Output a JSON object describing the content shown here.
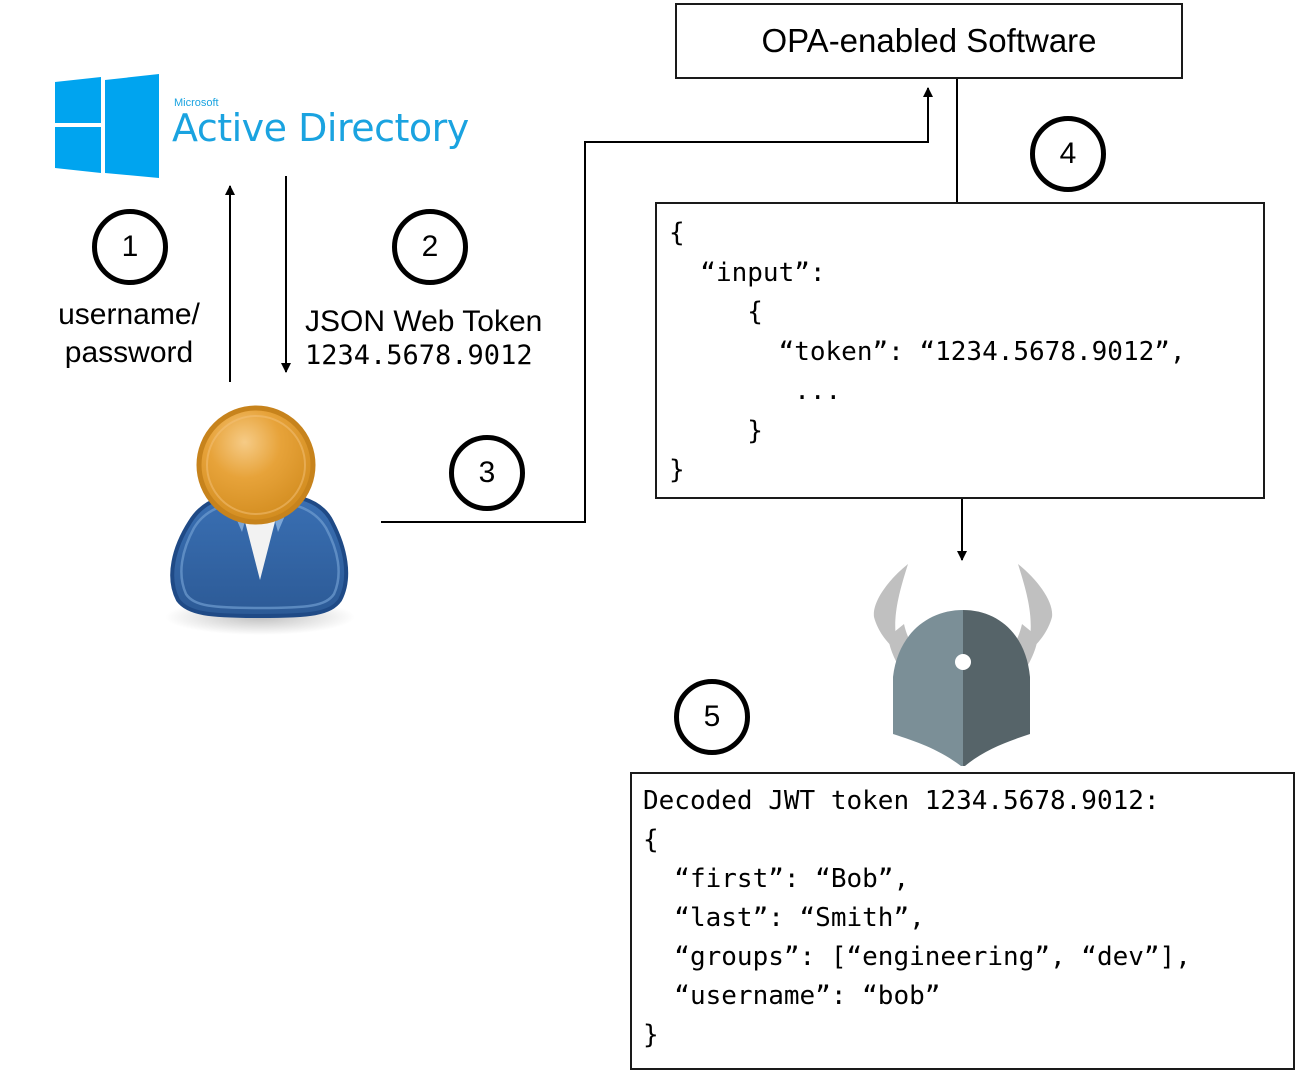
{
  "diagram": {
    "active_directory": {
      "vendor": "Microsoft",
      "product": "Active Directory",
      "brand_color": "#1AA3E0"
    },
    "opa_box": {
      "label": "OPA-enabled Software"
    },
    "steps": [
      {
        "number": "1",
        "label_lines": [
          "username/",
          "password"
        ]
      },
      {
        "number": "2",
        "label_lines": [
          "JSON Web Token",
          "1234.5678.9012"
        ]
      },
      {
        "number": "3"
      },
      {
        "number": "4"
      },
      {
        "number": "5"
      }
    ],
    "input_json": {
      "lines": [
        "{",
        "  “input”:",
        "     {",
        "       “token”: “1234.5678.9012”,",
        "        ...",
        "     }",
        "}"
      ]
    },
    "decoded_token": {
      "lines": [
        "Decoded JWT token 1234.5678.9012:",
        "{",
        "  “first”: “Bob”,",
        "  “last”: “Smith”,",
        "  “groups”: [“engineering”, “dev”],",
        "  “username”: “bob”",
        "}"
      ]
    },
    "icons": {
      "windows_logo": "windows-logo-icon",
      "user": "user-icon",
      "opa": "opa-helmet-logo-icon"
    },
    "colors": {
      "user_head": "#E0982A",
      "user_body": "#2F5F9E",
      "opa_light": "#7B8F97",
      "opa_dark": "#566469",
      "opa_horns": "#C0C0C0"
    }
  }
}
